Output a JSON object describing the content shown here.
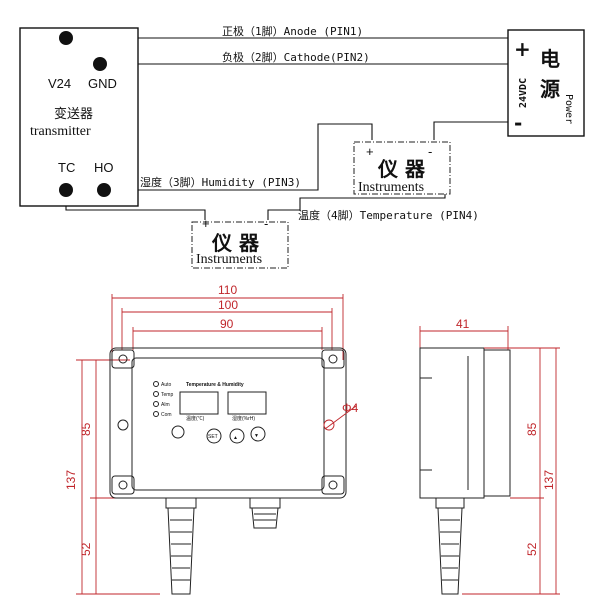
{
  "wiring": {
    "pin1_label": "正极（1脚）Anode  (PIN1)",
    "pin2_label": "负极（2脚）Cathode(PIN2)",
    "pin3_label": "湿度（3脚）Humidity (PIN3)",
    "pin4_label": "温度（4脚）Temperature (PIN4)",
    "transmitter": {
      "term_v24": "V24",
      "term_gnd": "GND",
      "title_cn": "变送器",
      "title_en": "transmitter",
      "term_tc": "TC",
      "term_ho": "HO"
    },
    "power": {
      "plus": "+",
      "minus": "-",
      "voltage": "24VDC",
      "title_cn_1": "电",
      "title_cn_2": "源",
      "title_en": "Power"
    },
    "instrument_upper": {
      "plus": "+",
      "minus": "-",
      "title_cn": "仪 器",
      "title_en": "Instruments"
    },
    "instrument_lower": {
      "plus": "+",
      "minus": "-",
      "title_cn": "仪 器",
      "title_en": "Instruments"
    }
  },
  "front_view": {
    "dim_width_outer": "110",
    "dim_width_mid": "100",
    "dim_width_inner": "90",
    "dim_height_body": "85",
    "dim_height_total": "137",
    "dim_height_probe": "52",
    "dim_hole": "Φ4",
    "panel_title": "Temperature & Humidity",
    "led_labels": [
      "Auto",
      "Temp",
      "Alm",
      "Com"
    ],
    "display_left_label": "温度(℃)",
    "display_right_label": "湿度(%rH)",
    "button_set": "SET",
    "button_up": "▲",
    "button_down": "▼"
  },
  "side_view": {
    "dim_depth": "41",
    "dim_height_body": "85",
    "dim_height_total": "137",
    "dim_height_probe": "52"
  },
  "colors": {
    "dimension": "#c0262b",
    "ink": "#111111"
  }
}
